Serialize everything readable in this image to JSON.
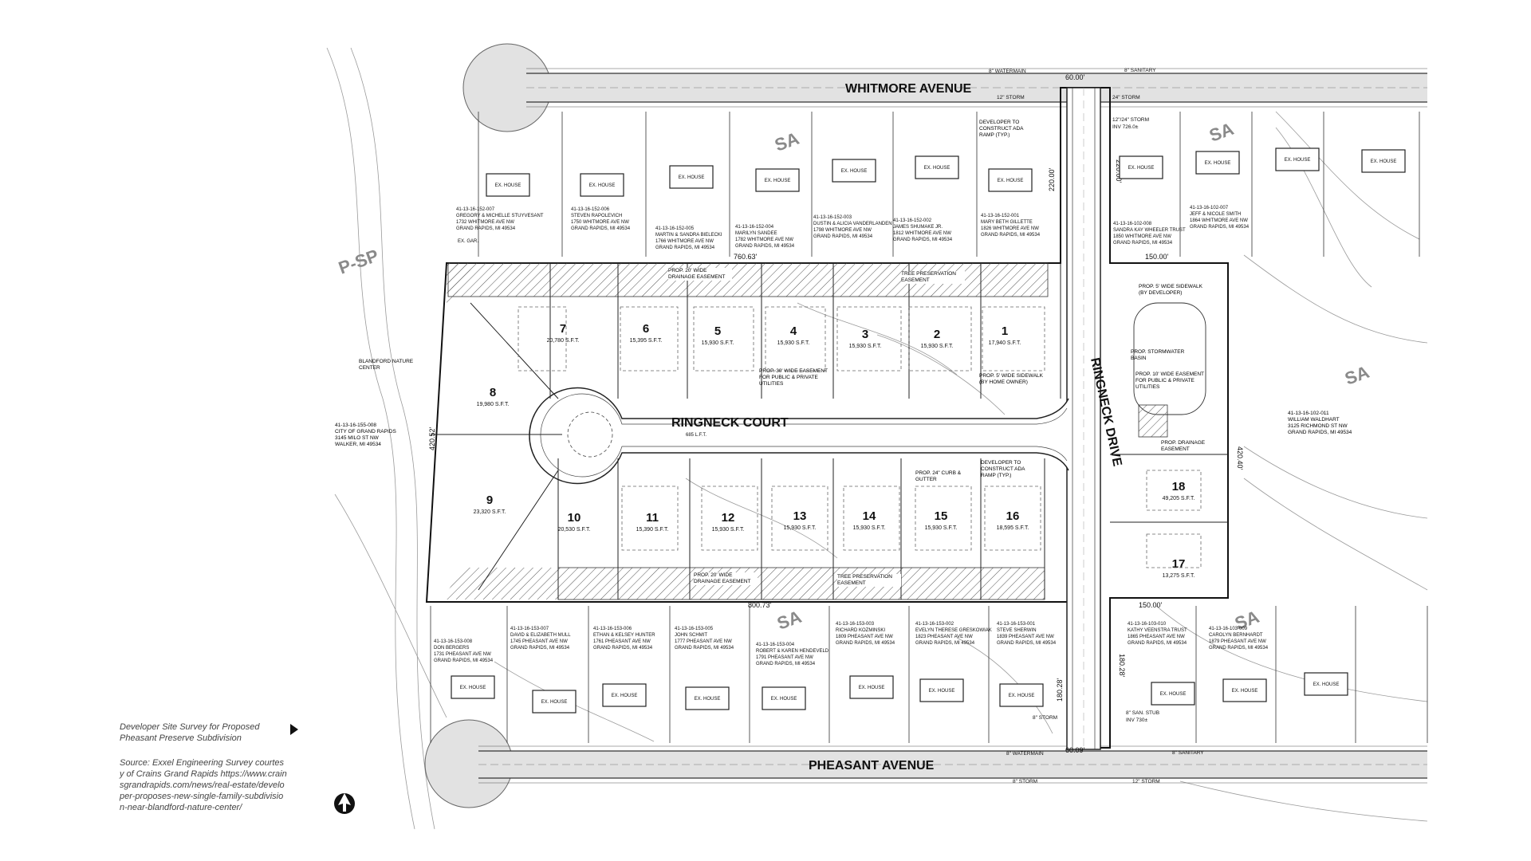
{
  "streets": {
    "whitmore": "WHITMORE AVENUE",
    "pheasant": "PHEASANT AVENUE",
    "ringneck_court": "RINGNECK COURT",
    "ringneck_court_length": "685 L.F.T.",
    "ringneck_drive": "RINGNECK DRIVE"
  },
  "zones": [
    "SA",
    "SA",
    "SA",
    "SA",
    "SA",
    "P-SP"
  ],
  "lots": [
    {
      "num": "1",
      "area": "17,940 S.F.T."
    },
    {
      "num": "2",
      "area": "15,930 S.F.T."
    },
    {
      "num": "3",
      "area": "15,930 S.F.T."
    },
    {
      "num": "4",
      "area": "15,930 S.F.T."
    },
    {
      "num": "5",
      "area": "15,930 S.F.T."
    },
    {
      "num": "6",
      "area": "15,395 S.F.T."
    },
    {
      "num": "7",
      "area": "20,780 S.F.T."
    },
    {
      "num": "8",
      "area": "19,980 S.F.T."
    },
    {
      "num": "9",
      "area": "23,320 S.F.T."
    },
    {
      "num": "10",
      "area": "20,530 S.F.T."
    },
    {
      "num": "11",
      "area": "15,390 S.F.T."
    },
    {
      "num": "12",
      "area": "15,930 S.F.T."
    },
    {
      "num": "13",
      "area": "15,930 S.F.T."
    },
    {
      "num": "14",
      "area": "15,930 S.F.T."
    },
    {
      "num": "15",
      "area": "15,930 S.F.T."
    },
    {
      "num": "16",
      "area": "18,595 S.F.T."
    },
    {
      "num": "17",
      "area": "13,275 S.F.T."
    },
    {
      "num": "18",
      "area": "49,205 S.F.T."
    }
  ],
  "dims": {
    "north_length": "760.63'",
    "south_length": "800.73'",
    "west_side": "420.52'",
    "east_side": "420.40'",
    "row_north": "60.00'",
    "row_south": "60.09'",
    "north_depth_left": "220.00'",
    "north_depth_right": "220.00'",
    "south_depth_left": "180.28'",
    "south_depth_right": "180.28'",
    "east_top": "150.00'",
    "east_bottom": "150.00'"
  },
  "utilities": {
    "watermain_n": "8\" WATERMAIN",
    "sanitary_n": "8\" SANITARY",
    "storm_n1": "12\" STORM",
    "storm_n2": "24\" STORM",
    "storm_inv": "12\"/24\" STORM",
    "inv_n": "INV 726.0±",
    "watermain_s": "8\" WATERMAIN",
    "sanitary_s": "8\" SANITARY",
    "storm_s1": "8\" STORM",
    "storm_s2": "12\" STORM",
    "storm_s3": "8\" STORM",
    "san_stub": "8\" SAN. STUB",
    "inv_s": "INV 730±"
  },
  "notes": {
    "ada_n": "DEVELOPER TO CONSTRUCT ADA RAMP (TYP.)",
    "ada_s": "DEVELOPER TO CONSTRUCT ADA RAMP (TYP.)",
    "drainage_n": "PROP. 20' WIDE DRAINAGE EASEMENT",
    "tree_n": "TREE PRESERVATION EASEMENT",
    "drainage_s": "PROP. 20' WIDE DRAINAGE EASEMENT",
    "tree_s": "TREE PRESERVATION EASEMENT",
    "utility_easement": "PROP. 30' WIDE EASEMENT FOR PUBLIC & PRIVATE UTILITIES",
    "sidewalk_owner": "PROP. 5' WIDE SIDEWALK (BY HOME OWNER)",
    "curb": "PROP. 24\" CURB & GUTTER",
    "sidewalk_dev": "PROP. 5' WIDE SIDEWALK (BY DEVELOPER)",
    "basin": "PROP. STORMWATER BASIN",
    "util_10": "PROP. 10' WIDE EASEMENT FOR PUBLIC & PRIVATE UTILITIES",
    "drain_east": "PROP. DRAINAGE EASEMENT",
    "nature_center": "BLANDFORD NATURE CENTER"
  },
  "houses_label": "EX. HOUSE",
  "garage_label": "EX. GAR.",
  "owners_north": [
    [
      "41-13-16-152-007",
      "GREGORY & MICHELLE STUYVESANT",
      "1732 WHITMORE AVE NW",
      "GRAND RAPIDS, MI 49534"
    ],
    [
      "41-13-16-152-006",
      "STEVEN RAPOLEVICH",
      "1750 WHITMORE AVE NW",
      "GRAND RAPIDS, MI 49534"
    ],
    [
      "41-13-16-152-005",
      "MARTIN & SANDRA BIELECKI",
      "1766 WHITMORE AVE NW",
      "GRAND RAPIDS, MI 49534"
    ],
    [
      "41-13-16-152-004",
      "MARILYN SANDEE",
      "1782 WHITMORE AVE NW",
      "GRAND RAPIDS, MI 49534"
    ],
    [
      "41-13-16-152-003",
      "DUSTIN & ALICIA VANDERLANDEN",
      "1798 WHITMORE AVE NW",
      "GRAND RAPIDS, MI 49534"
    ],
    [
      "41-13-16-152-002",
      "JAMES SHUMAKE JR.",
      "1812 WHITMORE AVE NW",
      "GRAND RAPIDS, MI 49534"
    ],
    [
      "41-13-16-152-001",
      "MARY BETH GILLETTE",
      "1826 WHITMORE AVE NW",
      "GRAND RAPIDS, MI 49534"
    ],
    [
      "41-13-16-102-008",
      "SANDRA KAY WHEELER TRUST",
      "1850 WHITMORE AVE NW",
      "GRAND RAPIDS, MI 49534"
    ],
    [
      "41-13-16-102-007",
      "JEFF & NICOLE SMITH",
      "1864 WHITMORE AVE NW",
      "GRAND RAPIDS, MI 49534"
    ]
  ],
  "owners_south": [
    [
      "41-13-16-153-008",
      "DON BERGERS",
      "1731 PHEASANT AVE NW",
      "GRAND RAPIDS, MI 49534"
    ],
    [
      "41-13-16-153-007",
      "DAVID & ELIZABETH MULL",
      "1745 PHEASANT AVE NW",
      "GRAND RAPIDS, MI 49534"
    ],
    [
      "41-13-16-153-006",
      "ETHAN & KELSEY HUNTER",
      "1761 PHEASANT AVE NW",
      "GRAND RAPIDS, MI 49534"
    ],
    [
      "41-13-16-153-005",
      "JOHN SCHMIT",
      "1777 PHEASANT AVE NW",
      "GRAND RAPIDS, MI 49534"
    ],
    [
      "41-13-16-153-004",
      "ROBERT & KAREN HENDEVELD",
      "1791 PHEASANT AVE NW",
      "GRAND RAPIDS, MI 49534"
    ],
    [
      "41-13-16-153-003",
      "RICHARD KOZMINSKI",
      "1809 PHEASANT AVE NW",
      "GRAND RAPIDS, MI 49534"
    ],
    [
      "41-13-16-153-002",
      "EVELYN THERESE GRESKOWIAK",
      "1823 PHEASANT AVE NW",
      "GRAND RAPIDS, MI 49534"
    ],
    [
      "41-13-16-153-001",
      "STEVE SHERWIN",
      "1839 PHEASANT AVE NW",
      "GRAND RAPIDS, MI 49534"
    ],
    [
      "41-13-16-103-010",
      "KATHY VEENSTRA TRUST",
      "1865 PHEASANT AVE NW",
      "GRAND RAPIDS, MI 49534"
    ],
    [
      "41-13-16-103-009",
      "CAROLYN BERNHARDT",
      "1879 PHEASANT AVE NW",
      "GRAND RAPIDS, MI 49534"
    ]
  ],
  "owner_west": [
    "41-13-16-155-008",
    "CITY OF GRAND RAPIDS",
    "3145 MILO ST NW",
    "WALKER, MI 49534"
  ],
  "owner_east": [
    "41-13-16-102-011",
    "WILLIAM WALDHART",
    "3125 RICHMOND ST NW",
    "GRAND RAPIDS, MI 49534"
  ],
  "caption": {
    "title": "Developer Site Survey for Proposed Pheasant Preserve Subdivision",
    "source": "Source: Exxel Engineering Survey courtesy of Crains Grand Rapids https://www.crainsgrandrapids.com/news/real-estate/developer-proposes-new-single-family-subdivision-near-blandford-nature-center/"
  }
}
